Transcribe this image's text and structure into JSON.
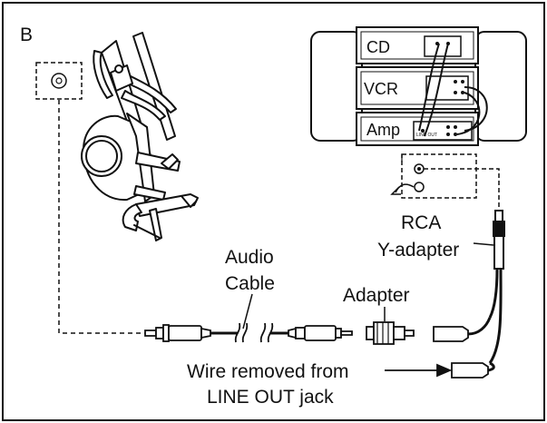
{
  "panel": {
    "letter": "B"
  },
  "stereo": {
    "units": [
      {
        "label": "CD"
      },
      {
        "label": "VCR"
      },
      {
        "label": "Amp"
      }
    ],
    "jack_label": "LINE OUT"
  },
  "labels": {
    "rca_line1": "RCA",
    "rca_line2": "Y-adapter",
    "audio_line1": "Audio",
    "audio_line2": "Cable",
    "adapter": "Adapter",
    "wire_line1": "Wire removed from",
    "wire_line2": "LINE OUT jack"
  },
  "icons": {
    "elliptical": "elliptical-trainer-icon",
    "console_jack": "audio-jack-icon",
    "stereo": "stereo-system-icon"
  }
}
